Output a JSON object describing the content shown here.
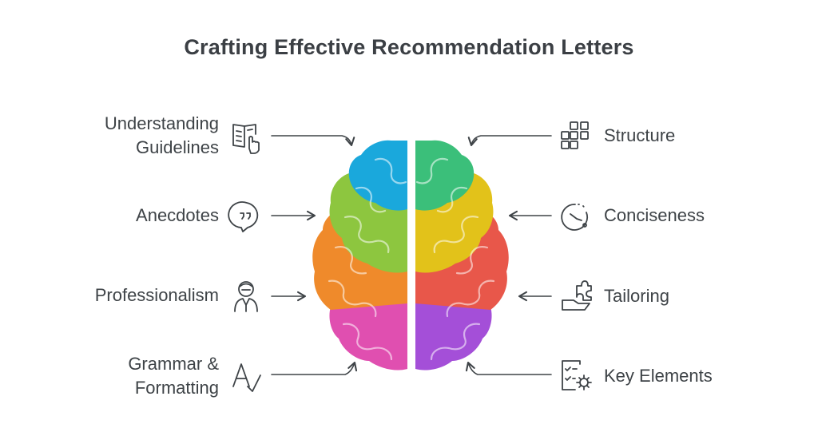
{
  "title": "Crafting Effective Recommendation Letters",
  "left_items": [
    {
      "label_lines": [
        "Understanding",
        "Guidelines"
      ],
      "icon": "book-pointer-icon",
      "color": "#1aa8dc"
    },
    {
      "label_lines": [
        "Anecdotes"
      ],
      "icon": "quote-bubble-icon",
      "color": "#8dc63f"
    },
    {
      "label_lines": [
        "Professionalism"
      ],
      "icon": "professional-person-icon",
      "color": "#ef8a2b"
    },
    {
      "label_lines": [
        "Grammar &",
        "Formatting"
      ],
      "icon": "grammar-check-icon",
      "color": "#e04fb0"
    }
  ],
  "right_items": [
    {
      "label": "Structure",
      "icon": "grid-blocks-icon",
      "color": "#3bbf7a"
    },
    {
      "label": "Conciseness",
      "icon": "stopwatch-icon",
      "color": "#e2c21a"
    },
    {
      "label": "Tailoring",
      "icon": "hand-puzzle-icon",
      "color": "#e8574a"
    },
    {
      "label": "Key Elements",
      "icon": "checklist-gear-icon",
      "color": "#a44fd8"
    }
  ]
}
